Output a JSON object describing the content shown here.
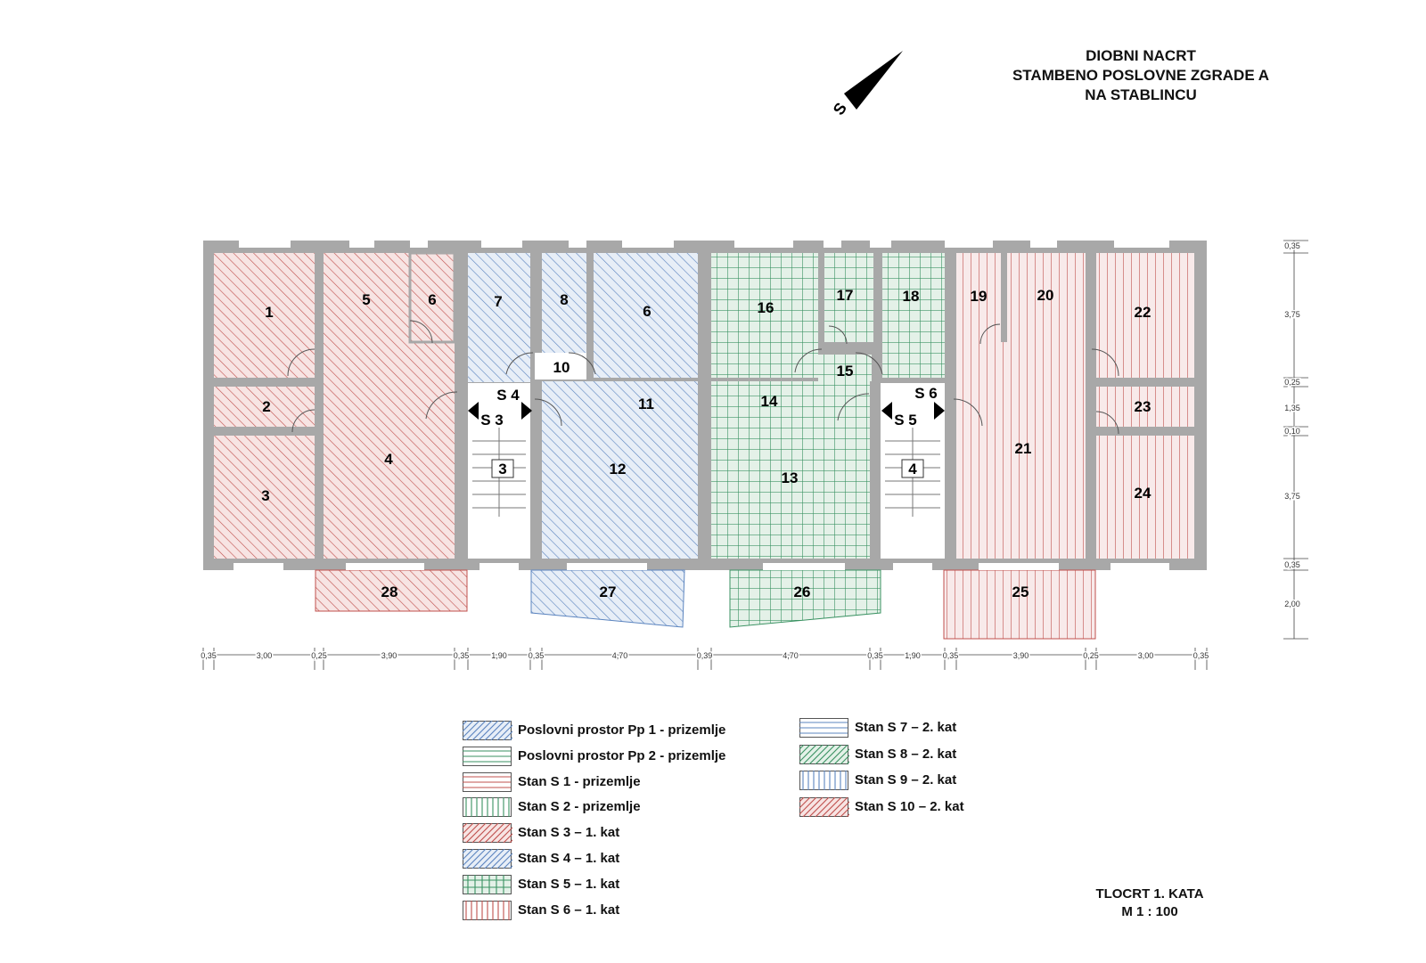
{
  "title": {
    "line1": "DIOBNI NACRT",
    "line2": "STAMBENO POSLOVNE ZGRADE A",
    "line3": "NA STABLINCU"
  },
  "north_label": "S",
  "plan_label": {
    "line1": "TLOCRT 1. KATA",
    "line2": "M 1 : 100"
  },
  "rooms": {
    "r1": "1",
    "r2": "2",
    "r3": "3",
    "r4": "4",
    "r5": "5",
    "r6a": "6",
    "r7": "7",
    "r8": "8",
    "r6b": "6",
    "r10": "10",
    "r11": "11",
    "r12": "12",
    "r16": "16",
    "r17": "17",
    "r18": "18",
    "r15": "15",
    "r14": "14",
    "r13": "13",
    "r19": "19",
    "r20": "20",
    "r22": "22",
    "r23": "23",
    "r21": "21",
    "r24": "24",
    "r28": "28",
    "r27": "27",
    "r26": "26",
    "r25": "25",
    "stair3": "3",
    "stair4": "4"
  },
  "stair_labels": {
    "s4": "S 4",
    "s3": "S 3",
    "s6": "S 6",
    "s5": "S 5"
  },
  "dims_bottom": [
    "0,35",
    "3,00",
    "0,25",
    "3,90",
    "0,35",
    "1,90",
    "0,35",
    "4,70",
    "0,39",
    "4,70",
    "0,35",
    "1,90",
    "0,35",
    "3,90",
    "0,25",
    "3,00",
    "0,35"
  ],
  "dims_right": [
    "0,35",
    "3,75",
    "0,25",
    "1,35",
    "0,10",
    "3,75",
    "0,35",
    "2,00"
  ],
  "legend_left": [
    {
      "label": "Poslovni prostor Pp 1 - prizemlje",
      "pattern": "diag-blue"
    },
    {
      "label": "Poslovni prostor Pp 2 - prizemlje",
      "pattern": "horiz-green"
    },
    {
      "label": "Stan S 1 - prizemlje",
      "pattern": "horiz-red"
    },
    {
      "label": "Stan S 2 - prizemlje",
      "pattern": "vert-green"
    },
    {
      "label": "Stan S 3 – 1. kat",
      "pattern": "diag-red"
    },
    {
      "label": "Stan S 4 – 1. kat",
      "pattern": "diag-blue"
    },
    {
      "label": "Stan S 5 – 1. kat",
      "pattern": "grid-green"
    },
    {
      "label": "Stan S 6 – 1. kat",
      "pattern": "vert-red"
    }
  ],
  "legend_right": [
    {
      "label": "Stan S 7 – 2. kat",
      "pattern": "horiz-blue"
    },
    {
      "label": "Stan S 8 – 2. kat",
      "pattern": "diag-green"
    },
    {
      "label": "Stan S 9 – 2. kat",
      "pattern": "vert-blue"
    },
    {
      "label": "Stan S 10 – 2. kat",
      "pattern": "diag-red2"
    }
  ],
  "colors": {
    "red": "#c0504d",
    "blue": "#4f81bd",
    "green": "#2e8b57",
    "wall": "#9a9a9a"
  }
}
